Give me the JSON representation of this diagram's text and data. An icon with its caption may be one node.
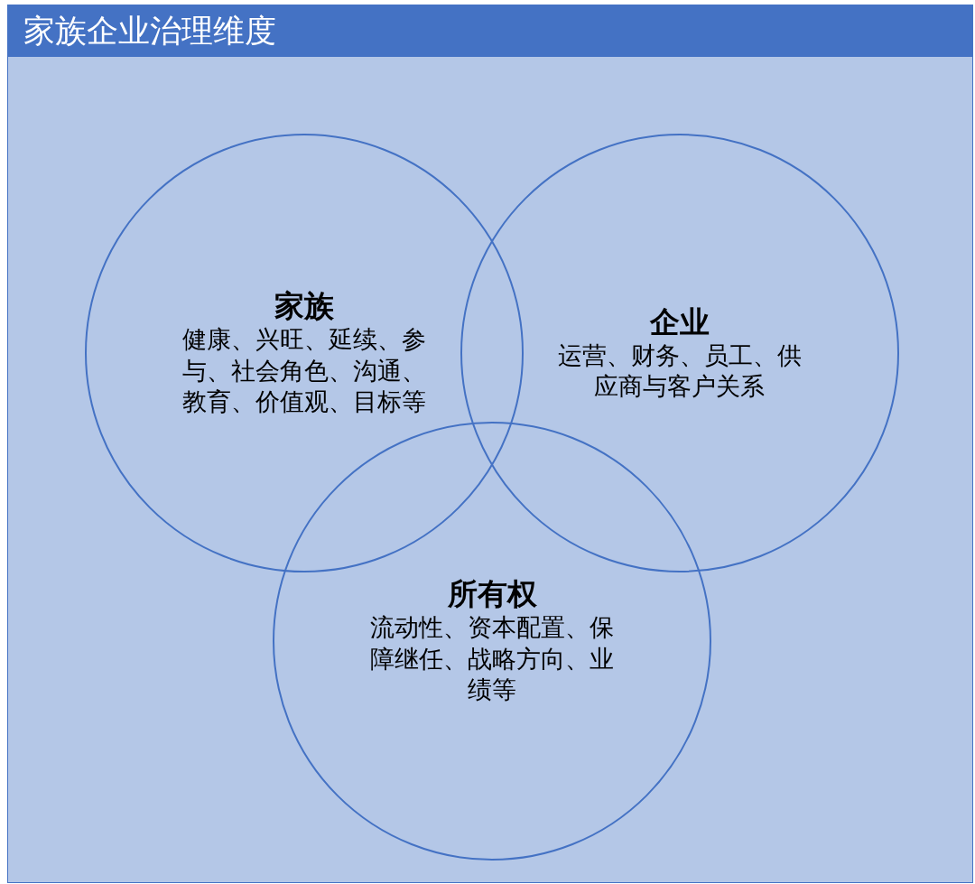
{
  "diagram": {
    "title": "家族企业治理维度",
    "nodes": [
      {
        "text": [
          "家族",
          "健康、兴旺、延续、参与、社会角色、沟通、教育、价值观、目标等"
        ]
      },
      {
        "text": [
          "企业",
          "运营、财务、员工、供应商与客户关系"
        ]
      },
      {
        "text": [
          "所有权",
          "流动性、资本配置、保障继任、战略方向、业绩等"
        ]
      }
    ]
  }
}
